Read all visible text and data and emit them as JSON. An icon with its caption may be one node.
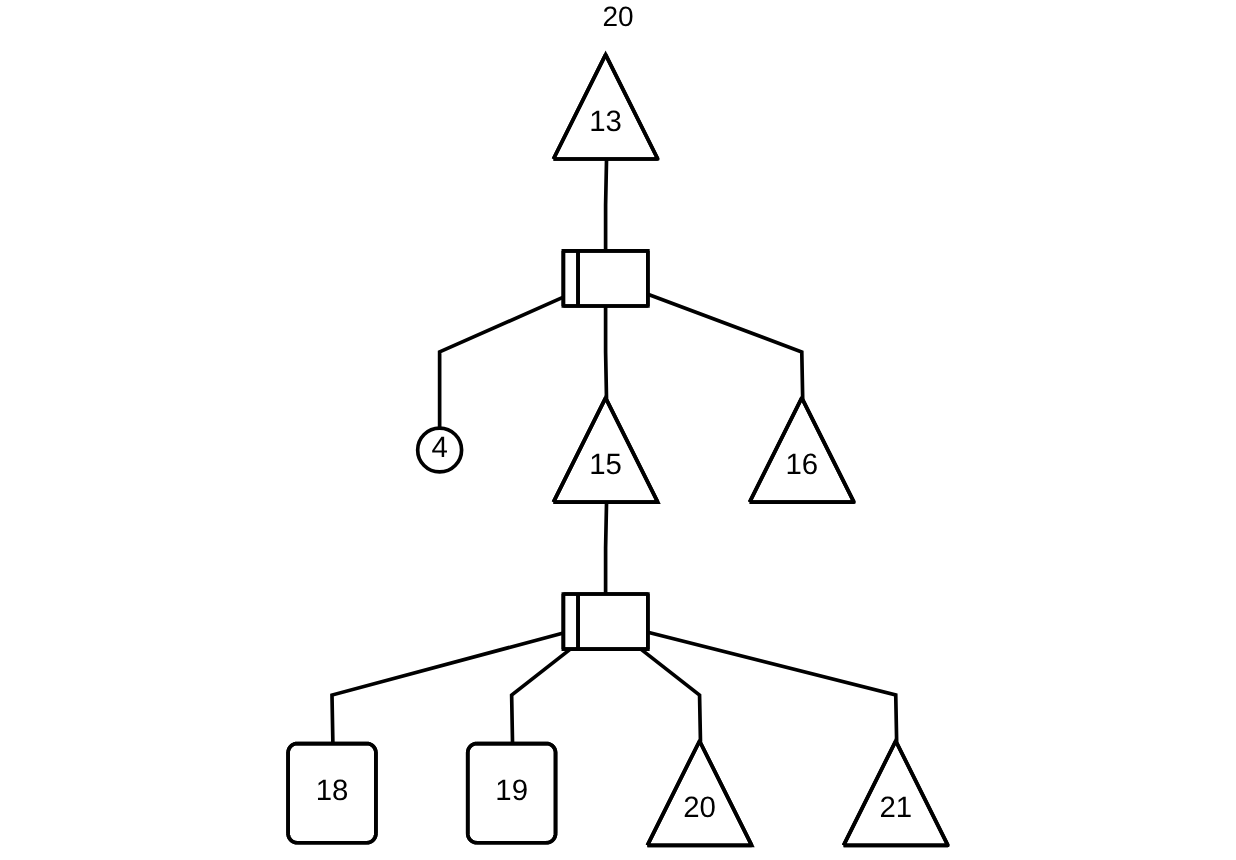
{
  "diagram": {
    "nodes": [
      {
        "text": [
          "13"
        ]
      },
      {
        "text": [],
        "shape": "bar"
      },
      {
        "text": [
          "4"
        ]
      },
      {
        "text": [
          "15"
        ]
      },
      {
        "text": [],
        "shape": "bar"
      },
      {
        "text": [
          "18"
        ]
      },
      {
        "text": [
          "16"
        ]
      },
      {
        "text": [
          "19"
        ]
      },
      {
        "text": [
          "20"
        ]
      },
      {
        "text": [
          "21"
        ]
      }
    ],
    "edges": [
      {
        "from": 0,
        "to": 1,
        "arrow": "none"
      },
      {
        "from": 1,
        "to": 2,
        "arrow": "none"
      },
      {
        "from": 1,
        "to": 3,
        "arrow": "none"
      },
      {
        "from": 1,
        "to": 6,
        "arrow": "none"
      },
      {
        "from": 3,
        "to": 4,
        "arrow": "none"
      },
      {
        "from": 4,
        "to": 5,
        "arrow": "none"
      },
      {
        "from": 4,
        "to": 7,
        "arrow": "none"
      },
      {
        "from": 4,
        "to": 8,
        "arrow": "none"
      },
      {
        "from": 4,
        "to": 9,
        "arrow": "none"
      }
    ],
    "labels": [
      "20"
    ]
  }
}
